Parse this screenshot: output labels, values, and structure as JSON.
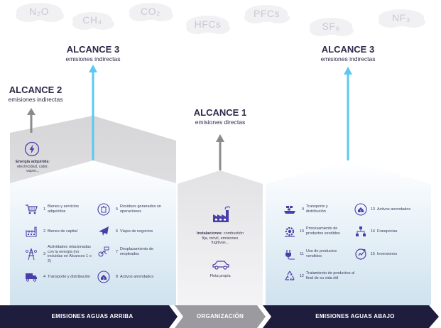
{
  "clouds": [
    "N₂O",
    "CH₄",
    "CO₂",
    "HFCs",
    "PFCs",
    "SF₆",
    "NF₃"
  ],
  "scope2": {
    "title": "ALCANCE 2",
    "subtitle": "emisiones indirectas"
  },
  "scope3_left": {
    "title": "ALCANCE 3",
    "subtitle": "emisiones indirectas"
  },
  "scope1": {
    "title": "ALCANCE 1",
    "subtitle": "emisiones directas"
  },
  "scope3_right": {
    "title": "ALCANCE 3",
    "subtitle": "emisiones indirectas"
  },
  "energy": {
    "title": "Energía adquirida",
    "rest": ": electricidad, calor, vapor..."
  },
  "upstream_items": [
    {
      "n": "1",
      "label": "Bienes y servicios adquiridos",
      "icon": "cart-icon"
    },
    {
      "n": "2",
      "label": "Bienes de capital",
      "icon": "factory-icon"
    },
    {
      "n": "3",
      "label": "Actividades relacionadas con la energía (no incluidas en Alcances 1 o 2)",
      "icon": "energy-tower-icon"
    },
    {
      "n": "4",
      "label": "Transporte y distribución",
      "icon": "truck-icon"
    },
    {
      "n": "5",
      "label": "Residuos generados en operaciones",
      "icon": "trash-icon"
    },
    {
      "n": "6",
      "label": "Viajes de negocios",
      "icon": "plane-icon"
    },
    {
      "n": "7",
      "label": "Desplazamiento de empleados",
      "icon": "commute-icon"
    },
    {
      "n": "8",
      "label": "Activos arrendados",
      "icon": "leased-asset-icon"
    }
  ],
  "organization": {
    "installations_title": "Instalaciones",
    "installations_rest": ": combustión fija, móvil, emisiones fugitivas...",
    "fleet": "Flota propia"
  },
  "downstream_items": [
    {
      "n": "9",
      "label": "Transporte y distribución",
      "icon": "ship-icon"
    },
    {
      "n": "10",
      "label": "Procesamiento de productos vendidos",
      "icon": "gear-icon"
    },
    {
      "n": "11",
      "label": "Uso de productos vendidos",
      "icon": "plug-icon"
    },
    {
      "n": "12",
      "label": "Tratamiento de productos al final de su vida útil",
      "icon": "recycle-icon"
    },
    {
      "n": "13",
      "label": "Activos arrendados",
      "icon": "leased-asset-icon"
    },
    {
      "n": "14",
      "label": "Franquicias",
      "icon": "franchise-icon"
    },
    {
      "n": "15",
      "label": "Inversiones",
      "icon": "investment-icon"
    }
  ],
  "bands": {
    "upstream": "EMISIONES AGUAS ARRIBA",
    "organization": "ORGANIZACIÓN",
    "downstream": "EMISIONES AGUAS ABAJO"
  },
  "colors": {
    "navy": "#1f1d3d",
    "accent": "#4a3fa8",
    "arrow_blue": "#5bc8ef",
    "arrow_grey": "#8b8b8b"
  }
}
